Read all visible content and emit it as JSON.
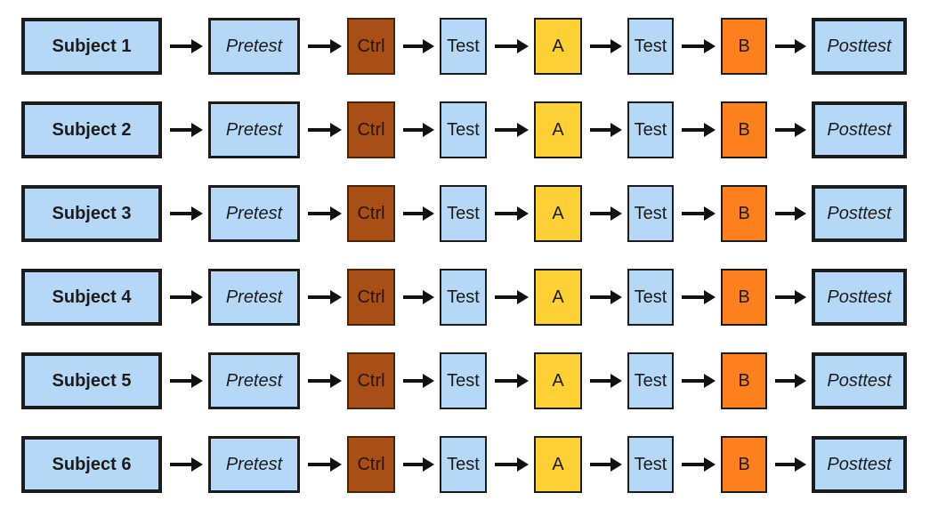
{
  "colors": {
    "blue": "#b5d8f7",
    "ctrl": "#a84f18",
    "a": "#fdd036",
    "b": "#fd7f1e",
    "border": "#1c1c1c"
  },
  "rows": [
    {
      "subject": "Subject 1",
      "steps": [
        "Pretest",
        "Ctrl",
        "Test",
        "A",
        "Test",
        "B",
        "Posttest"
      ]
    },
    {
      "subject": "Subject 2",
      "steps": [
        "Pretest",
        "Ctrl",
        "Test",
        "A",
        "Test",
        "B",
        "Posttest"
      ]
    },
    {
      "subject": "Subject 3",
      "steps": [
        "Pretest",
        "Ctrl",
        "Test",
        "A",
        "Test",
        "B",
        "Posttest"
      ]
    },
    {
      "subject": "Subject 4",
      "steps": [
        "Pretest",
        "Ctrl",
        "Test",
        "A",
        "Test",
        "B",
        "Posttest"
      ]
    },
    {
      "subject": "Subject 5",
      "steps": [
        "Pretest",
        "Ctrl",
        "Test",
        "A",
        "Test",
        "B",
        "Posttest"
      ]
    },
    {
      "subject": "Subject 6",
      "steps": [
        "Pretest",
        "Ctrl",
        "Test",
        "A",
        "Test",
        "B",
        "Posttest"
      ]
    }
  ]
}
